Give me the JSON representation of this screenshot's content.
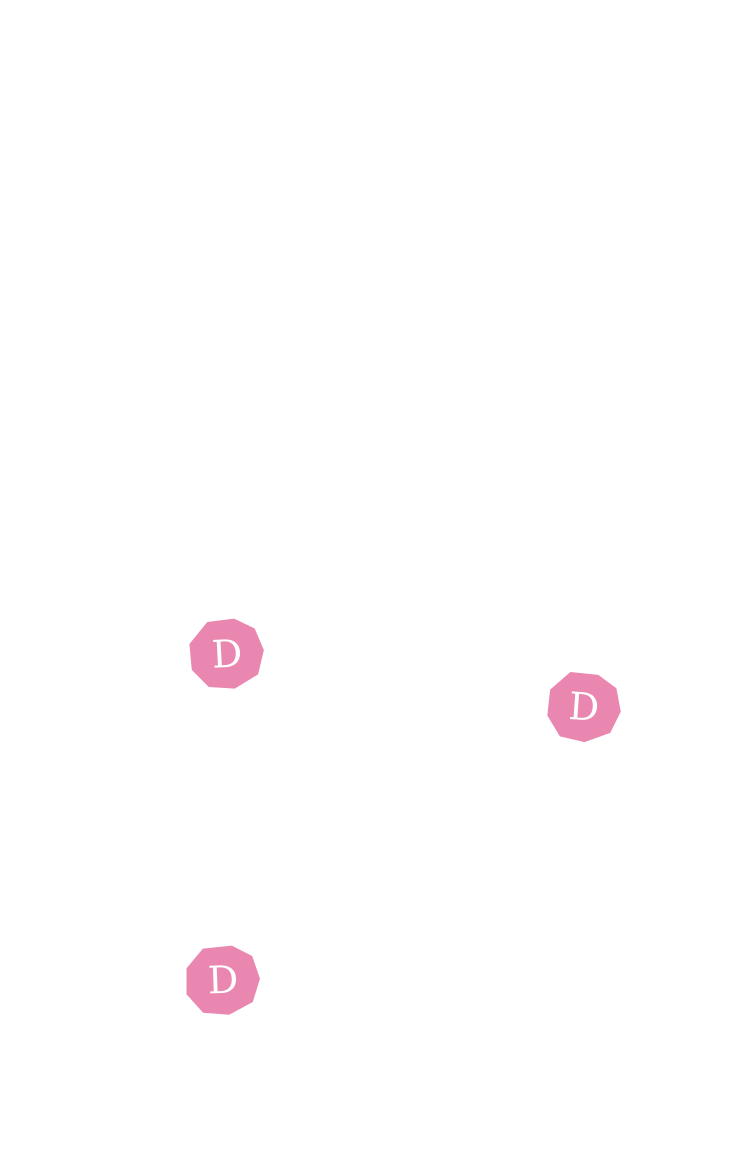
{
  "badge_color": "#e987b0",
  "badges": [
    {
      "letter": "D"
    },
    {
      "letter": "D"
    },
    {
      "letter": "D"
    }
  ]
}
